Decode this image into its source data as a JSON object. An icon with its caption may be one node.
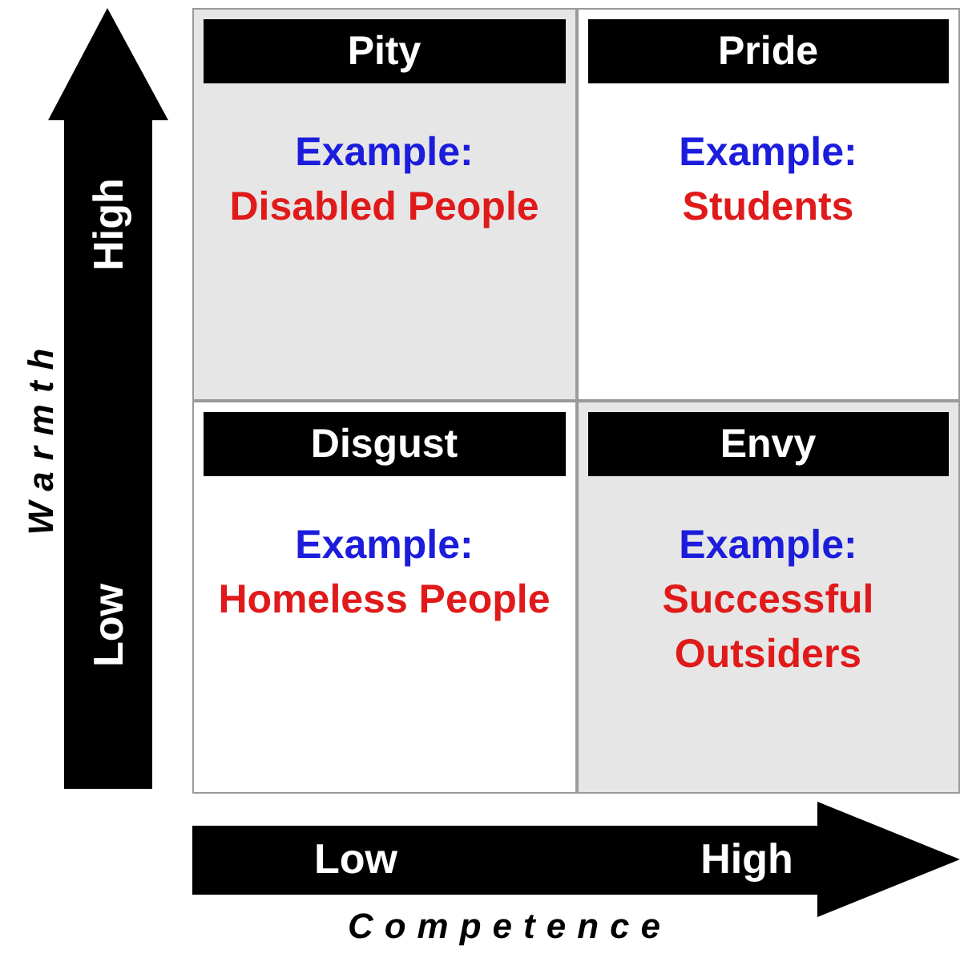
{
  "diagram": {
    "nodes": [
      {
        "text": [
          "Pity",
          "Example:",
          "Disabled People"
        ]
      },
      {
        "text": [
          "Pride",
          "Example:",
          "Students"
        ]
      },
      {
        "text": [
          "Disgust",
          "Example:",
          "Homeless People"
        ]
      },
      {
        "text": [
          "Envy",
          "Example:",
          "Successful Outsiders"
        ]
      }
    ],
    "labels": [
      "High",
      "Low",
      "Warmth",
      "Low",
      "High",
      "Competence"
    ]
  }
}
